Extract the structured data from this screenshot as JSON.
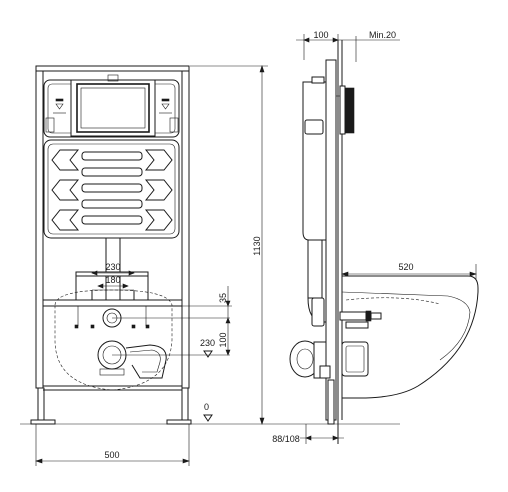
{
  "front_view": {
    "labels": {
      "width_total": "500",
      "inner_230": "230",
      "inner_180": "180",
      "height_1130": "1130",
      "offset_35": "35",
      "offset_100": "100",
      "level_230": "230",
      "level_0": "0"
    }
  },
  "side_view": {
    "labels": {
      "depth_100": "100",
      "min_gap": "Min.20",
      "bowl_520": "520",
      "wall_88_108": "88/108"
    }
  }
}
